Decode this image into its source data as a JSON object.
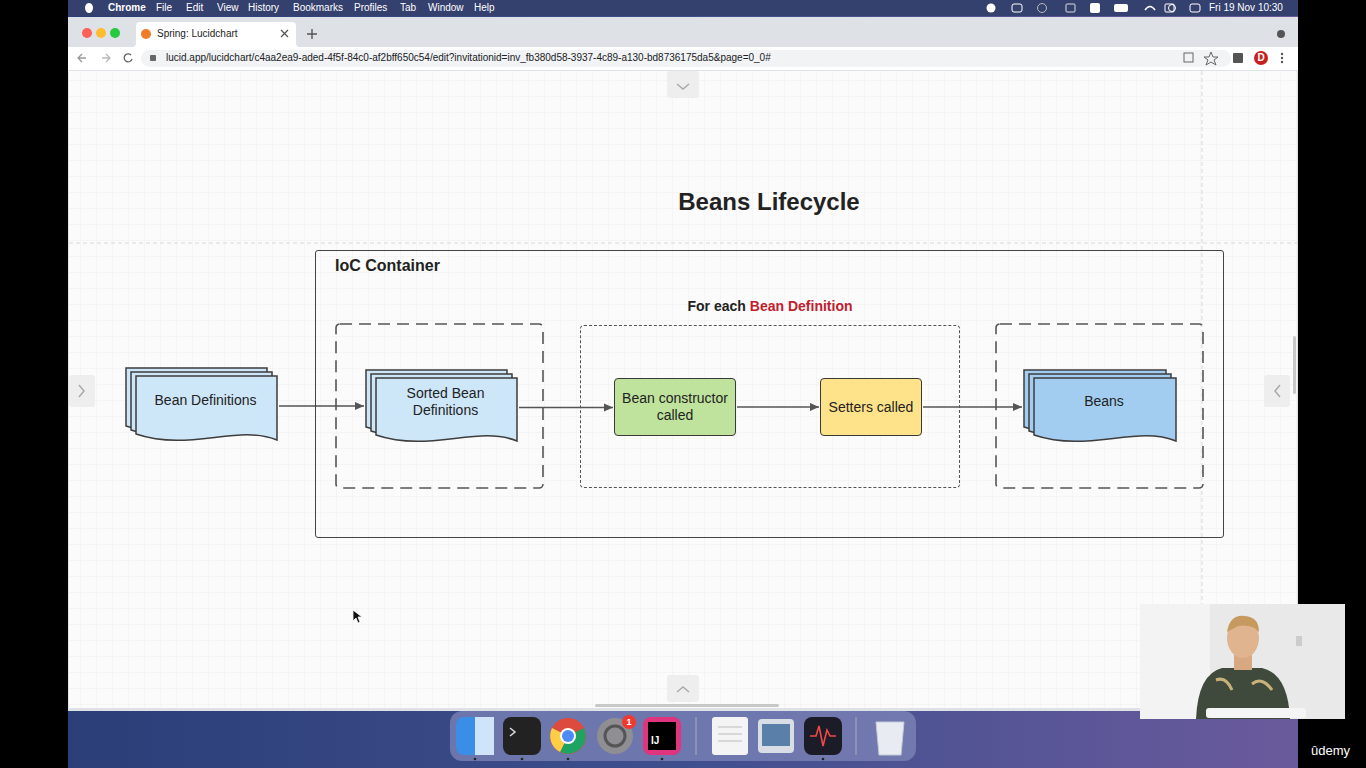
{
  "diagram": {
    "title": "Beans Lifecycle",
    "nodes": [
      {
        "text": [
          "Bean Definitions"
        ]
      },
      {
        "text": [
          "IoC Container"
        ]
      },
      {
        "text": [
          "Sorted Bean Definitions"
        ],
        "in": 1
      },
      {
        "text": [
          "For each",
          "Bean Definition"
        ],
        "in": 1
      },
      {
        "text": [
          "Bean constructor called"
        ],
        "in": 3
      },
      {
        "text": [
          "Setters called"
        ],
        "in": 3
      },
      {
        "text": [
          "Beans"
        ],
        "in": 1
      }
    ],
    "edges": [
      {
        "from": 0,
        "to": 2,
        "arrow": "to"
      },
      {
        "from": 2,
        "to": 4,
        "arrow": "to"
      },
      {
        "from": 4,
        "to": 5,
        "arrow": "to"
      },
      {
        "from": 5,
        "to": 6,
        "arrow": "to"
      }
    ],
    "labels": [
      "Chrome",
      "File",
      "Edit",
      "View",
      "History",
      "Bookmarks",
      "Profiles",
      "Tab",
      "Window",
      "Help",
      "Fri 19 Nov 10:30",
      "Spring: Lucidchart",
      "lucid.app/lucidchart/c4aa2ea9-aded-4f5f-84c0-af2bff650c54/edit?invitationid=inv_fb380d58-3937-4c89-a130-bd8736175da5&page=0_0#",
      "D",
      "1",
      "IJ",
      "ûdemy"
    ]
  }
}
